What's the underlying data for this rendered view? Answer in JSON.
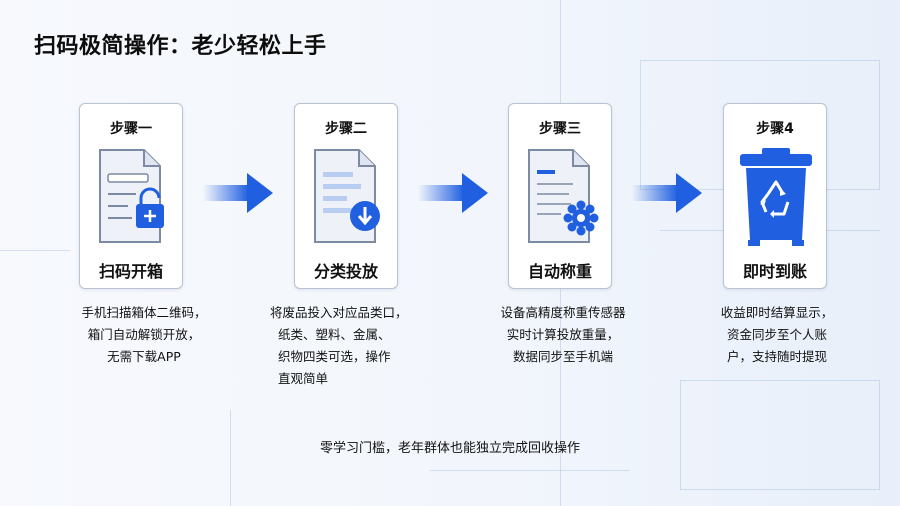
{
  "title": "扫码极简操作：老少轻松上手",
  "steps": [
    {
      "step_label": "步骤一",
      "action": "扫码开箱",
      "icon": "document-unlock-icon",
      "desc": [
        "手机扫描箱体二维码，",
        "箱门自动解锁开放，",
        "无需下载APP"
      ]
    },
    {
      "step_label": "步骤二",
      "action": "分类投放",
      "icon": "document-download-icon",
      "desc": [
        "将废品投入对应品类口，",
        "纸类、塑料、金属、",
        "织物四类可选，操作",
        "直观简单"
      ]
    },
    {
      "step_label": "步骤三",
      "action": "自动称重",
      "icon": "document-gear-icon",
      "desc": [
        "设备高精度称重传感器",
        "实时计算投放重量，",
        "数据同步至手机端"
      ]
    },
    {
      "step_label": "步骤4",
      "action": "即时到账",
      "icon": "recycle-bin-icon",
      "desc": [
        "收益即时结算显示，",
        "资金同步至个人账",
        "户，支持随时提现"
      ]
    }
  ],
  "footer": "零学习门槛，老年群体也能独立完成回收操作",
  "colors": {
    "accent": "#1f5fe0",
    "card_border": "#b9c3d3"
  }
}
